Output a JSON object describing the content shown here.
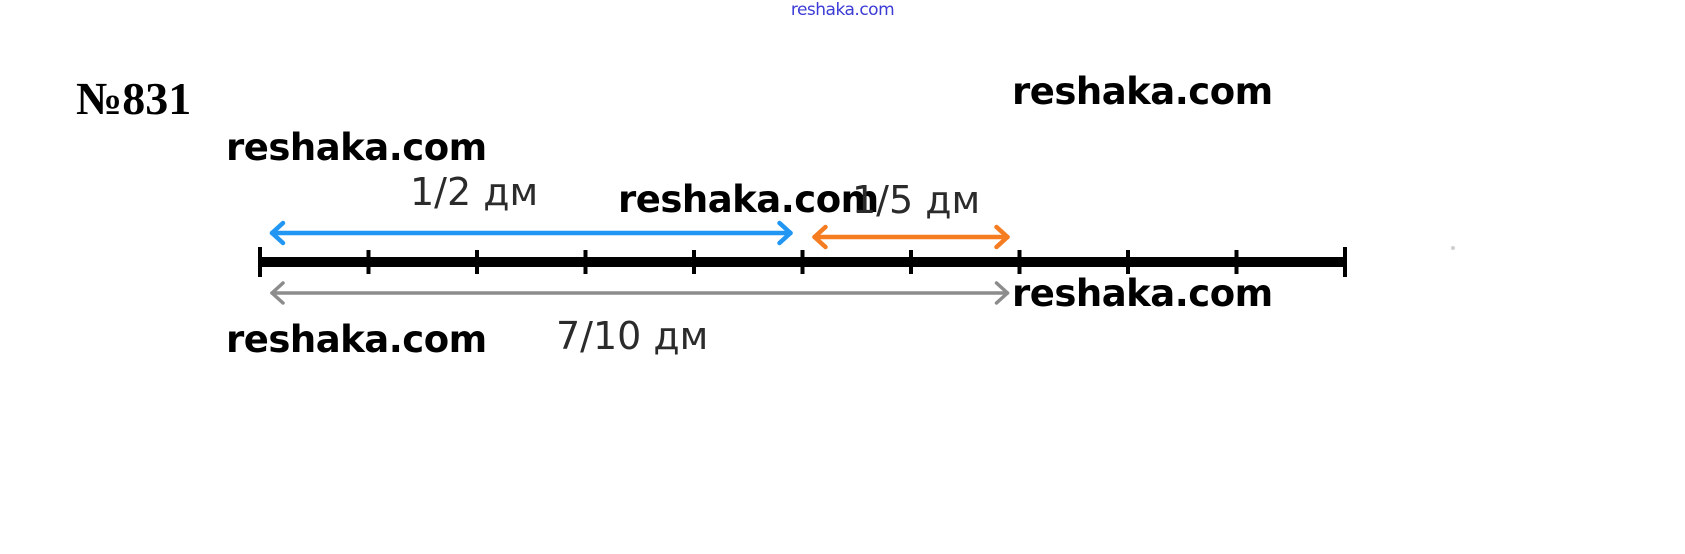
{
  "header": {
    "watermark": "reshaka.com"
  },
  "task": {
    "number": "№831"
  },
  "watermarks": [
    "reshaka.com",
    "reshaka.com",
    "reshaka.com",
    "reshaka.com",
    "reshaka.com"
  ],
  "labels": {
    "half": "1/2 дм",
    "fifth": "1/5 дм",
    "seven_tenths": "7/10 дм"
  },
  "number_line": {
    "divisions": 10,
    "segments": [
      {
        "name": "half",
        "from": 0,
        "to": 5,
        "color": "#2196f3"
      },
      {
        "name": "fifth",
        "from": 5,
        "to": 7,
        "color": "#f57c20"
      },
      {
        "name": "seven-tenths",
        "from": 0,
        "to": 7,
        "color": "#8c8c8c"
      }
    ]
  }
}
